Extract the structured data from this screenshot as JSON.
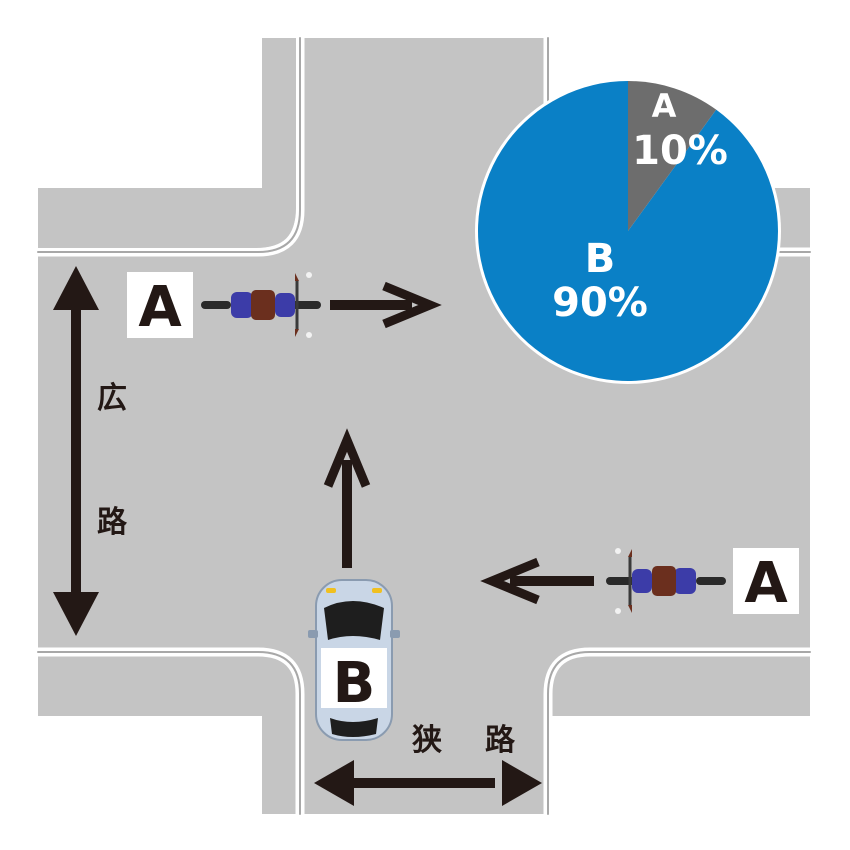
{
  "labels": {
    "a_left": "A",
    "a_right": "A",
    "b_car": "B",
    "wide_road_char1": "広",
    "wide_road_char2": "路",
    "narrow_road_char1": "狭",
    "narrow_road_char2": "路"
  },
  "chart_data": {
    "type": "pie",
    "slices": [
      {
        "label": "A",
        "value": 10,
        "value_text": "10%"
      },
      {
        "label": "B",
        "value": 90,
        "value_text": "90%"
      }
    ],
    "colors": {
      "A": "#6d6d6d",
      "B": "#0a80c6"
    }
  },
  "colors": {
    "road": "#c4c4c4",
    "road_edge": "#9a9a9a",
    "arrow": "#231815",
    "motorcycle_body": "#3c3ca8",
    "motorcycle_seat": "#6b2f1e",
    "car_body": "#c9d6e6"
  }
}
